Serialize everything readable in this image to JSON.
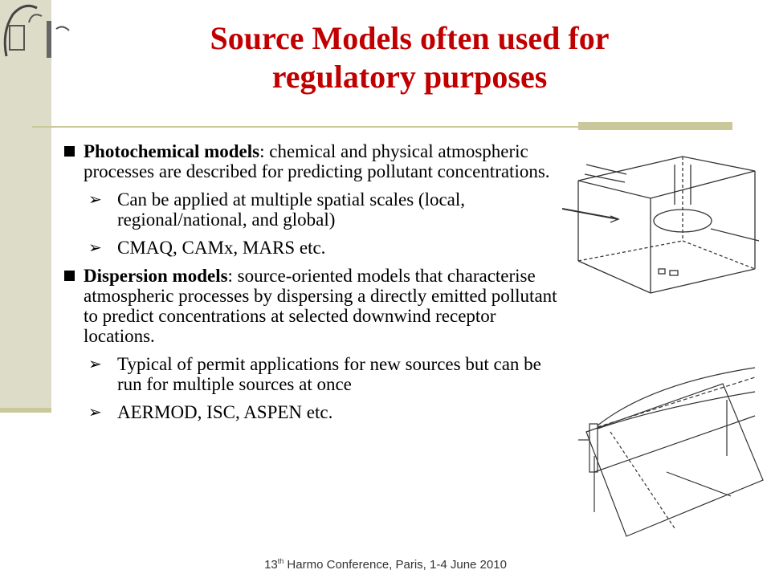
{
  "title": {
    "line1": "Source Models often used for",
    "line2": "regulatory purposes"
  },
  "bullets": [
    {
      "term": "Photochemical models",
      "text": ": chemical and physical atmospheric processes are described for predicting pollutant concentrations.",
      "subs": [
        "Can be applied at multiple spatial scales (local, regional/national, and global)",
        "CMAQ, CAMx, MARS etc."
      ]
    },
    {
      "term": "Dispersion models",
      "text": ": source-oriented models that characterise atmospheric processes by dispersing a directly emitted pollutant to predict concentrations at selected downwind receptor locations.",
      "subs": [
        "Typical of permit applications for new sources but can be run for multiple sources at once",
        "AERMOD, ISC, ASPEN etc."
      ]
    }
  ],
  "footer": {
    "number": "13",
    "suffix": "th",
    "text": " Harmo Conference, Paris, 1-4 June 2010"
  },
  "colors": {
    "title": "#c00000",
    "sidebar": "#dcdcc9",
    "accent": "#c9c89a"
  },
  "icons": [
    "conference-logo-icon",
    "square-bullet-icon",
    "arrow-bullet-icon"
  ]
}
